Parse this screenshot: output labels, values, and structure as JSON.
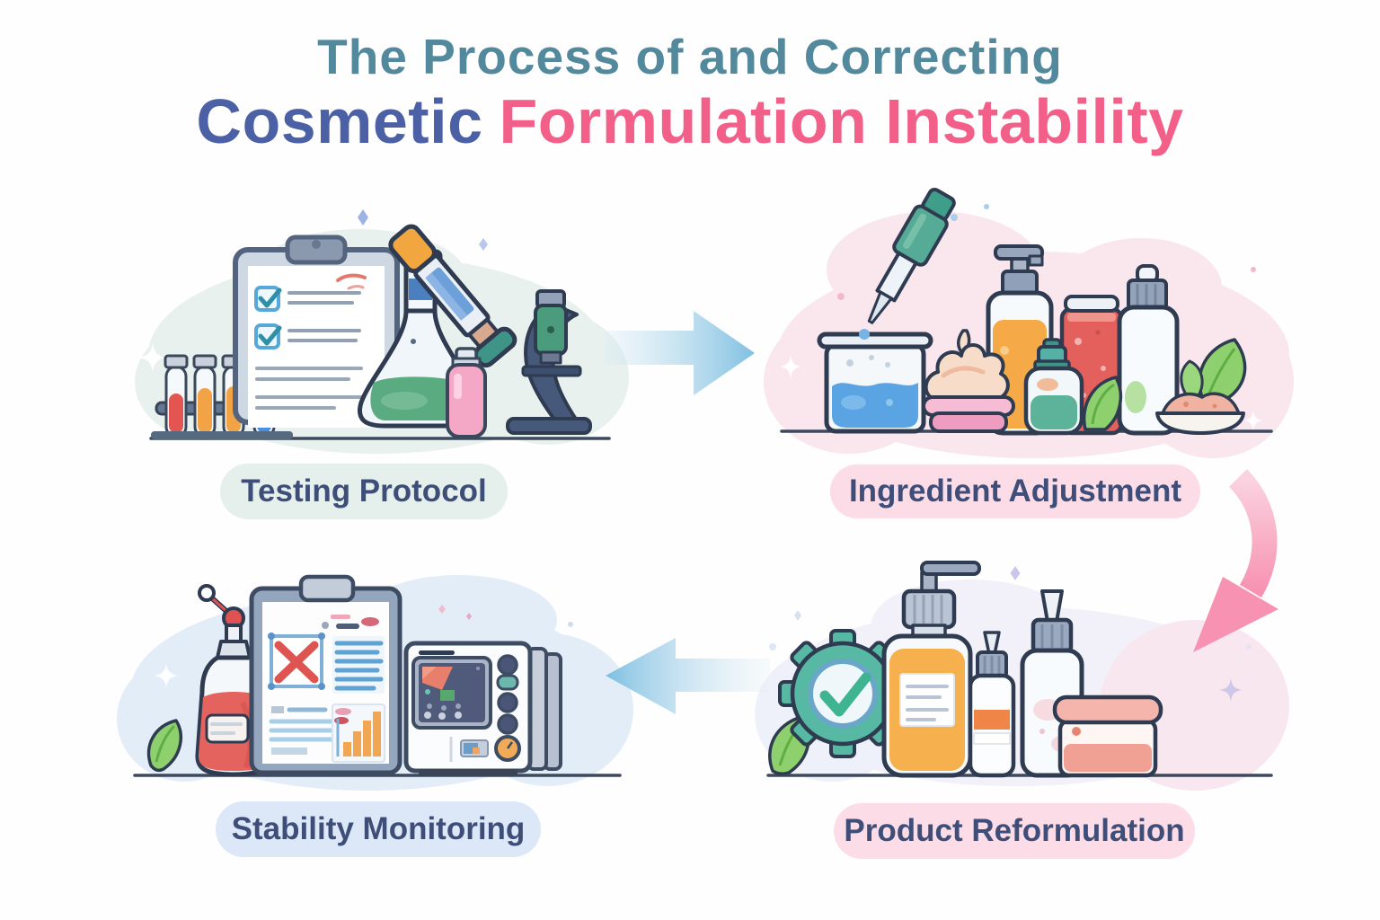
{
  "title": {
    "line1": "The Process of and Correcting",
    "line2_part1": "Cosmetic",
    "line2_part2": "Formulation Instability"
  },
  "stages": [
    {
      "label": "Testing Protocol",
      "icons": [
        "test-tube-rack-icon",
        "clipboard-checklist-icon",
        "erlenmeyer-flask-icon",
        "sample-pen-icon",
        "pink-bottle-icon",
        "microscope-icon"
      ],
      "pill_color": "#e5f0ec",
      "cloud_color": "#e8f1ee"
    },
    {
      "label": "Ingredient Adjustment",
      "icons": [
        "pipette-icon",
        "beaker-icon",
        "cream-jar-icon",
        "pump-bottle-icon",
        "serum-bottle-icon",
        "red-jar-icon",
        "dropper-bottle-icon",
        "leaf-icon",
        "powder-bowl-icon"
      ],
      "pill_color": "#fbdce7",
      "cloud_color": "#fae6ed"
    },
    {
      "label": "Product Reformulation",
      "icons": [
        "gear-check-icon",
        "leaf-icon",
        "pump-bottle-icon",
        "small-dropper-bottle-icon",
        "dropper-bottle-icon",
        "cream-jar-icon"
      ],
      "pill_color": "#fbdce7",
      "cloud_color": "#f2f0f8"
    },
    {
      "label": "Stability Monitoring",
      "icons": [
        "spray-bottle-icon",
        "leaf-icon",
        "clipboard-report-icon",
        "monitoring-device-icon"
      ],
      "pill_color": "#dce8f8",
      "cloud_color": "#e3edf8"
    }
  ],
  "arrows": [
    {
      "name": "arrow-right-icon",
      "from": "Testing Protocol",
      "to": "Ingredient Adjustment",
      "color": "#7fc0e2"
    },
    {
      "name": "arrow-curved-down-icon",
      "from": "Ingredient Adjustment",
      "to": "Product Reformulation",
      "color": "#f792b2"
    },
    {
      "name": "arrow-left-icon",
      "from": "Product Reformulation",
      "to": "Stability Monitoring",
      "color": "#7fc0e2"
    }
  ],
  "colors": {
    "title_line1": "#53899c",
    "title_cosmetic": "#4c60a6",
    "title_pink": "#f2608a",
    "label_text": "#3e4e78",
    "outline": "#2e3b50",
    "accent_teal": "#57b8a3",
    "accent_orange": "#f5a947",
    "accent_red": "#e4605c",
    "accent_green": "#8ed06d"
  }
}
